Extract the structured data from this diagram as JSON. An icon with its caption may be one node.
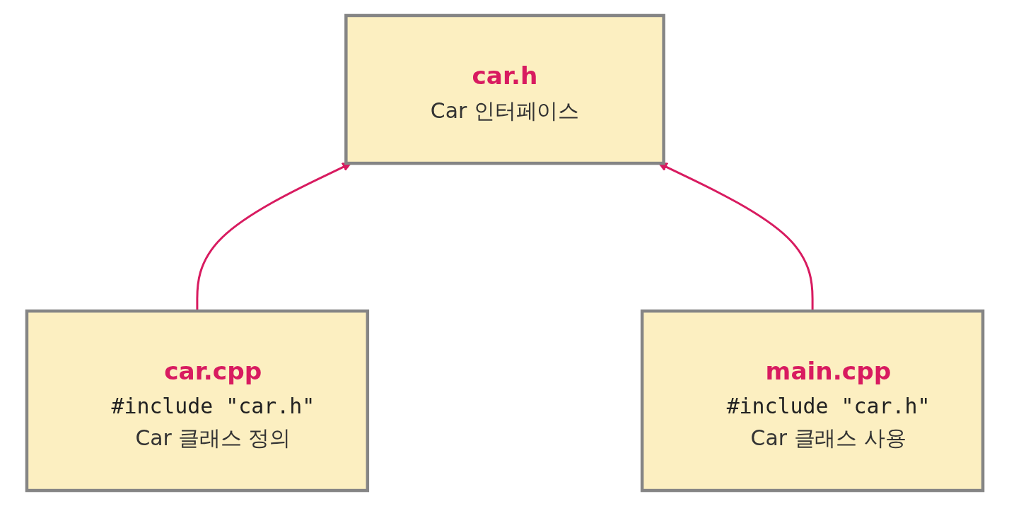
{
  "diagram": {
    "nodes": [
      {
        "text": [
          "car.h",
          "Car 인터페이스"
        ]
      },
      {
        "text": [
          "car.cpp",
          "#include \"car.h\"",
          "Car 클래스 정의"
        ]
      },
      {
        "text": [
          "main.cpp",
          "#include \"car.h\"",
          "Car 클래스 사용"
        ]
      }
    ],
    "edges": [
      {
        "from": 1,
        "to": 0,
        "arrow": "to"
      },
      {
        "from": 2,
        "to": 0,
        "arrow": "to"
      }
    ]
  }
}
